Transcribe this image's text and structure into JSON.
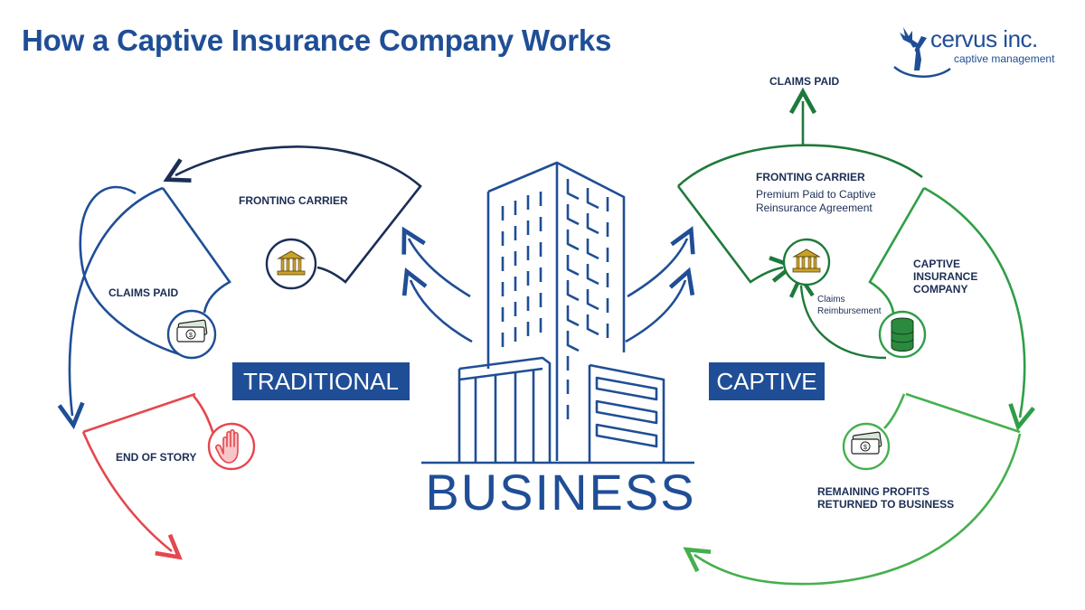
{
  "title": "How a Captive Insurance Company Works",
  "logo": {
    "name": "cervus inc.",
    "tagline": "captive management"
  },
  "center": {
    "label": "BUSINESS"
  },
  "traditional": {
    "badge": "TRADITIONAL",
    "fronting_carrier": "FRONTING CARRIER",
    "claims_paid": "CLAIMS PAID",
    "end_of_story": "END OF STORY"
  },
  "captive": {
    "badge": "CAPTIVE",
    "claims_paid_top": "CLAIMS PAID",
    "fronting_carrier": "FRONTING CARRIER",
    "fronting_line1": "Premium Paid to Captive",
    "fronting_line2": "Reinsurance Agreement",
    "company_line1": "CAPTIVE",
    "company_line2": "INSURANCE",
    "company_line3": "COMPANY",
    "claims_reimb_line1": "Claims",
    "claims_reimb_line2": "Reimbursement",
    "profits_line1": "REMAINING PROFITS",
    "profits_line2": "RETURNED TO BUSINESS"
  },
  "colors": {
    "blue": "#1f4e96",
    "navy": "#1b2e55",
    "dark_green": "#1e7a3a",
    "green": "#2e9e48",
    "light_green": "#45b04e",
    "red": "#e5474f",
    "gold": "#c9a227"
  },
  "icons": [
    "bank-icon",
    "money-icon",
    "hand-stop-icon",
    "database-icon",
    "skyscraper-icon",
    "deer-logo-icon"
  ]
}
